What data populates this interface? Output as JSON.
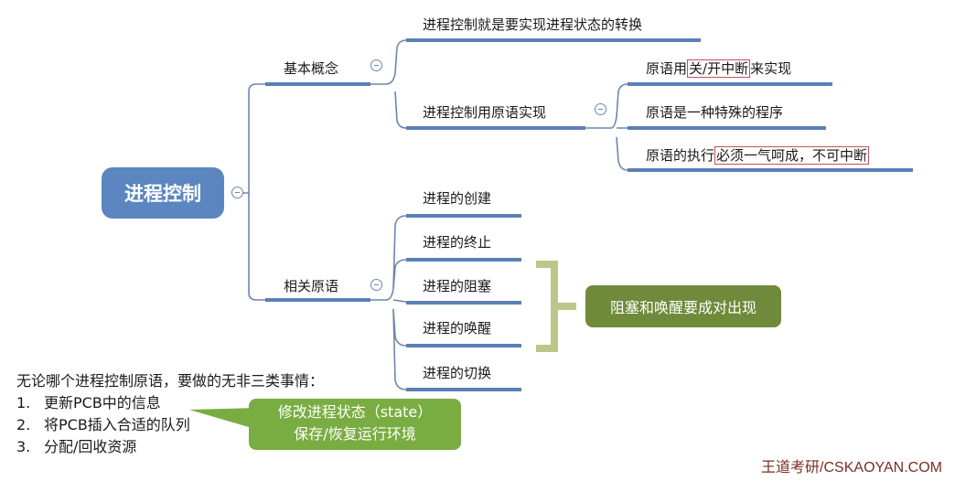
{
  "colors": {
    "root_fill": "#5b86c0",
    "branch_line": "#5b80b6",
    "connector": "#6d86ad",
    "bracket": "#b9c88a",
    "note_fill": "#6f8a3a",
    "callout_fill": "#79ad41",
    "highlight_box": "#c8505a",
    "watermark": "#7a2e22"
  },
  "mindmap": {
    "root": "进程控制",
    "branches": [
      {
        "label": "基本概念",
        "children": [
          {
            "label": "进程控制就是要实现进程状态的转换"
          },
          {
            "label": "进程控制用原语实现",
            "children": [
              {
                "pre": "原语用",
                "boxed": "关/开中断",
                "post": "来实现"
              },
              {
                "pre": "原语是一种特殊的程序",
                "boxed": "",
                "post": ""
              },
              {
                "pre": "原语的执行",
                "boxed": "必须一气呵成，不可中断",
                "post": ""
              }
            ]
          }
        ]
      },
      {
        "label": "相关原语",
        "children": [
          {
            "label": "进程的创建"
          },
          {
            "label": "进程的终止"
          },
          {
            "label": "进程的阻塞"
          },
          {
            "label": "进程的唤醒"
          },
          {
            "label": "进程的切换"
          }
        ]
      }
    ],
    "note": "阻塞和唤醒要成对出现"
  },
  "annotation": {
    "heading": "无论哪个进程控制原语，要做的无非三类事情：",
    "items": [
      {
        "num": "1.",
        "text": "更新PCB中的信息"
      },
      {
        "num": "2.",
        "text": "将PCB插入合适的队列"
      },
      {
        "num": "3.",
        "text": "分配/回收资源"
      }
    ],
    "callout": [
      "修改进程状态（state）",
      "保存/恢复运行环境"
    ]
  },
  "watermark": "王道考研/CSKAOYAN.COM"
}
